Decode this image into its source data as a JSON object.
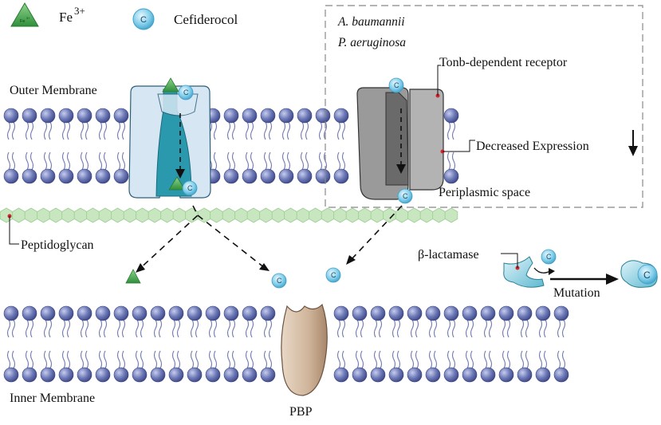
{
  "legend": {
    "iron_label": "Fe",
    "iron_charge": "3+",
    "iron_icon_text": "Fe",
    "iron_icon_charge": "3+",
    "cefiderocol_label": "Cefiderocol",
    "cefiderocol_icon_text": "C"
  },
  "resistance_box": {
    "species": [
      "A. baumannii",
      "P. aeruginosa"
    ],
    "receptor_label": "Tonb-dependent receptor",
    "expression_label": "Decreased Expression",
    "periplasm_label": "Periplasmic space"
  },
  "labels": {
    "outer_membrane": "Outer Membrane",
    "inner_membrane": "Inner Membrane",
    "peptidoglycan": "Peptidoglycan",
    "pbp": "PBP",
    "beta_lactamase": "β-lactamase",
    "mutation": "Mutation"
  },
  "colors": {
    "lipid_head": "#6e7ab7",
    "lipid_tail": "#6f78b0",
    "transporter_light": "#d6e7f3",
    "transporter_dark": "#2a99ad",
    "receptor_gray": "#9a9a9a",
    "receptor_dark": "#6a6a6a",
    "cefiderocol": "#7fcde9",
    "iron_green": "#3fa64a",
    "peptidoglycan": "#c8e6c0",
    "pbp": "#cfb49a"
  }
}
